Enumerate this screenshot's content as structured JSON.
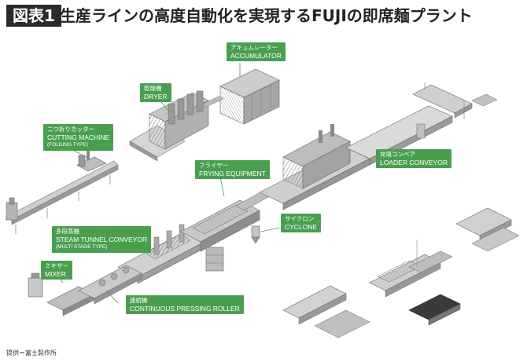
{
  "header": {
    "figure_label": "図表1",
    "title": "生産ラインの高度自動化を実現するFUJIの即席麺プラント"
  },
  "labels": {
    "accumulator": {
      "jp": "アキュムレーター",
      "en": "ACCUMULATOR"
    },
    "dryer": {
      "jp": "乾燥機",
      "en": "DRYER"
    },
    "cutting_machine": {
      "jp": "二つ折りカッター",
      "en": "CUTTING MACHINE",
      "sub": "(FOLDING TYPE)"
    },
    "frying_equipment": {
      "jp": "フライヤー",
      "en": "FRYING EQUIPMENT"
    },
    "loader_conveyor": {
      "jp": "充填コンベア",
      "en": "LOADER CONVEYOR"
    },
    "cyclone": {
      "jp": "サイクロン",
      "en": "CYCLONE"
    },
    "steam_tunnel": {
      "jp": "多段蒸機",
      "en": "STEAM TUNNEL CONVEYOR",
      "sub": "(MULTI STAGE TYPE)"
    },
    "mixer": {
      "jp": "ミキサー",
      "en": "MIXER"
    },
    "pressing_roller": {
      "jp": "連続機",
      "en": "CONTINUOUS PRESSING ROLLER"
    }
  },
  "footer": {
    "credit": "提供＝富士製作所"
  },
  "colors": {
    "label_green": "#4a9f4f",
    "badge_dark": "#2b2b2b",
    "machine_gray": "#a9a9a9",
    "machine_dark": "#6e6e6e"
  }
}
